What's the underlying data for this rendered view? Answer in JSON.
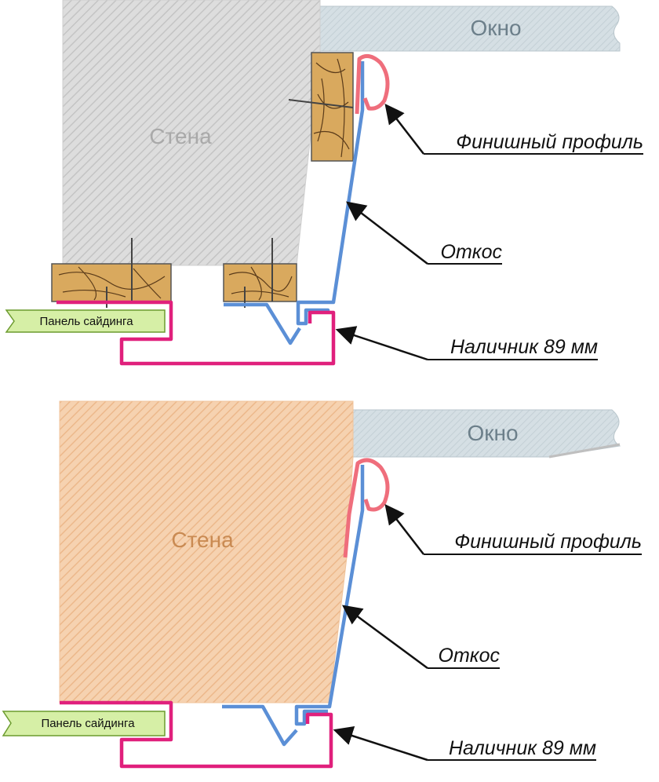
{
  "diagram_top": {
    "wall_label": "Стена",
    "window_label": "Окно",
    "callouts": {
      "finish_profile": "Финишный профиль",
      "slope": "Откос",
      "casing": "Наличник 89 мм"
    },
    "siding_panel_label": "Панель сайдинга"
  },
  "diagram_bottom": {
    "wall_label": "Стена",
    "window_label": "Окно",
    "callouts": {
      "finish_profile": "Финишный профиль",
      "slope": "Откос",
      "casing": "Наличник 89 мм"
    },
    "siding_panel_label": "Панель сайдинга"
  },
  "colors": {
    "wall_top": "#d9d9d9",
    "wall_bottom": "#f2c9a3",
    "window": "#d3dde2",
    "wood": "#d9a95e",
    "slope_profile": "#5b8fd6",
    "finish_profile": "#ef6e7c",
    "casing": "#e0207c",
    "siding_tag": "#d6efa6"
  }
}
